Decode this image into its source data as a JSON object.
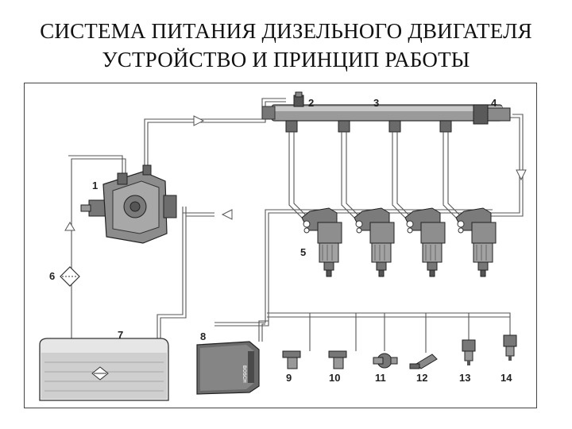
{
  "header": {
    "title_line1": "СИСТЕМА ПИТАНИЯ ДИЗЕЛЬНОГО ДВИГАТЕЛЯ",
    "title_line2": "УСТРОЙСТВО И ПРИНЦИП РАБОТЫ"
  },
  "diagram": {
    "labels": {
      "pump": "1",
      "pressure_sensor": "2",
      "rail": "3",
      "pressure_valve": "4",
      "injector": "5",
      "filter": "6",
      "tank": "7",
      "ecu": "8",
      "sensor_9": "9",
      "sensor_10": "10",
      "sensor_11": "11",
      "sensor_12": "12",
      "sensor_13": "13",
      "sensor_14": "14"
    },
    "ecu_brand": "BOSCH",
    "colors": {
      "line": "#555555",
      "metal": "#8a8a8a",
      "dark": "#3a3a3a",
      "fuel": "#dcdcdc"
    }
  }
}
